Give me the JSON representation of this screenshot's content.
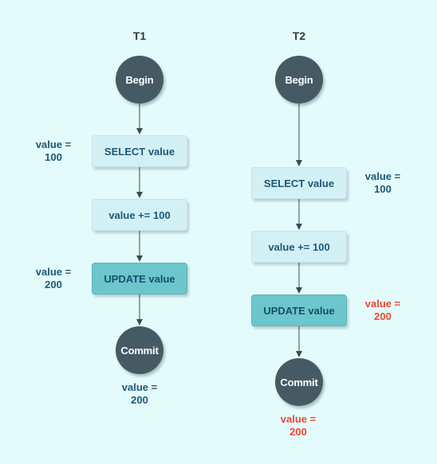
{
  "colors": {
    "background": "#e4fbfb",
    "circle_fill": "#455a64",
    "box_light": "#d3f0f4",
    "box_dark": "#6cc6cc",
    "text_blue": "#1b5878",
    "text_red": "#f2452e",
    "edge": "#3c4a52"
  },
  "t1": {
    "title": "T1",
    "begin": "Begin",
    "select": "SELECT value",
    "increment": "value += 100",
    "update": "UPDATE value",
    "commit": "Commit",
    "after_select": {
      "line1": "value =",
      "line2": "100"
    },
    "after_update": {
      "line1": "value =",
      "line2": "200"
    },
    "after_commit": {
      "line1": "value =",
      "line2": "200"
    }
  },
  "t2": {
    "title": "T2",
    "begin": "Begin",
    "select": "SELECT value",
    "increment": "value += 100",
    "update": "UPDATE value",
    "commit": "Commit",
    "after_select": {
      "line1": "value =",
      "line2": "100"
    },
    "after_update": {
      "line1": "value =",
      "line2": "200"
    },
    "after_commit": {
      "line1": "value =",
      "line2": "200"
    }
  }
}
